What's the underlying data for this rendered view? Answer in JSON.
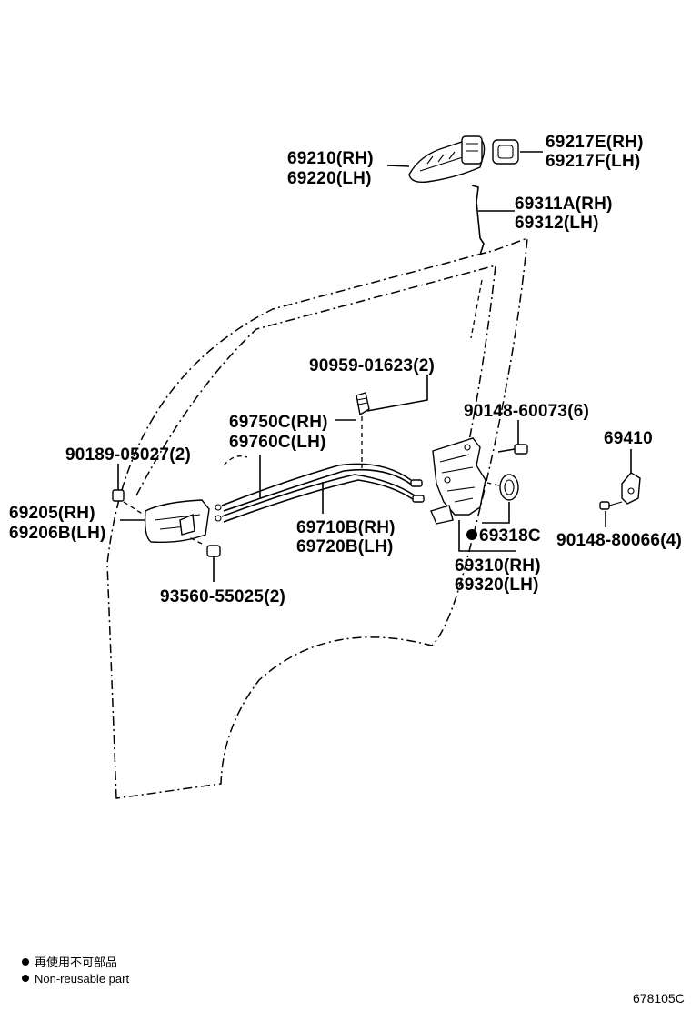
{
  "labels": {
    "p69210": "69210(RH)",
    "p69220": "69220(LH)",
    "p69217E": "69217E(RH)",
    "p69217F": "69217F(LH)",
    "p69311A": "69311A(RH)",
    "p69312": "69312(LH)",
    "p90959": "90959-01623(2)",
    "p90148a": "90148-60073(6)",
    "p69750C": "69750C(RH)",
    "p69760C": "69760C(LH)",
    "p69410": "69410",
    "p90189": "90189-05027(2)",
    "p69205": "69205(RH)",
    "p69206B": "69206B(LH)",
    "p69710B": "69710B(RH)",
    "p69720B": "69720B(LH)",
    "p69318C": "69318C",
    "p90148b": "90148-80066(4)",
    "p69310": "69310(RH)",
    "p69320": "69320(LH)",
    "p93560": "93560-55025(2)"
  },
  "legend": {
    "line_jp": "再使用不可部品",
    "line_en": "Non-reusable part"
  },
  "diagram_id": "678105C"
}
